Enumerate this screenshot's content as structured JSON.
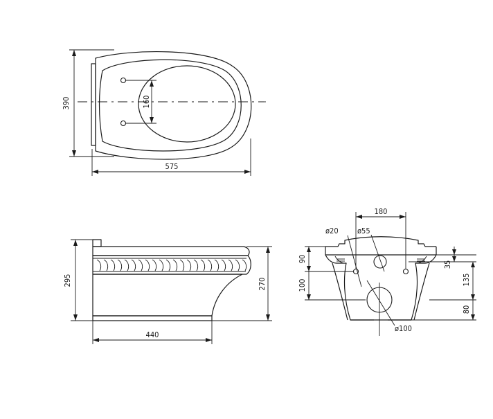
{
  "top_view": {
    "width_dim": "575",
    "depth_dim": "390",
    "hole_spacing_dim": "160"
  },
  "side_view": {
    "height_dim": "295",
    "body_height_dim": "270",
    "base_length_dim": "440"
  },
  "rear_view": {
    "inlet_spacing_dim": "180",
    "small_hole_dim": "ø20",
    "inlet_hole_dim": "ø55",
    "outlet_hole_dim": "ø100",
    "left_upper_dim": "90",
    "left_lower_dim": "100",
    "right_top_dim": "35",
    "right_mid_dim": "135",
    "right_bottom_dim": "80"
  }
}
